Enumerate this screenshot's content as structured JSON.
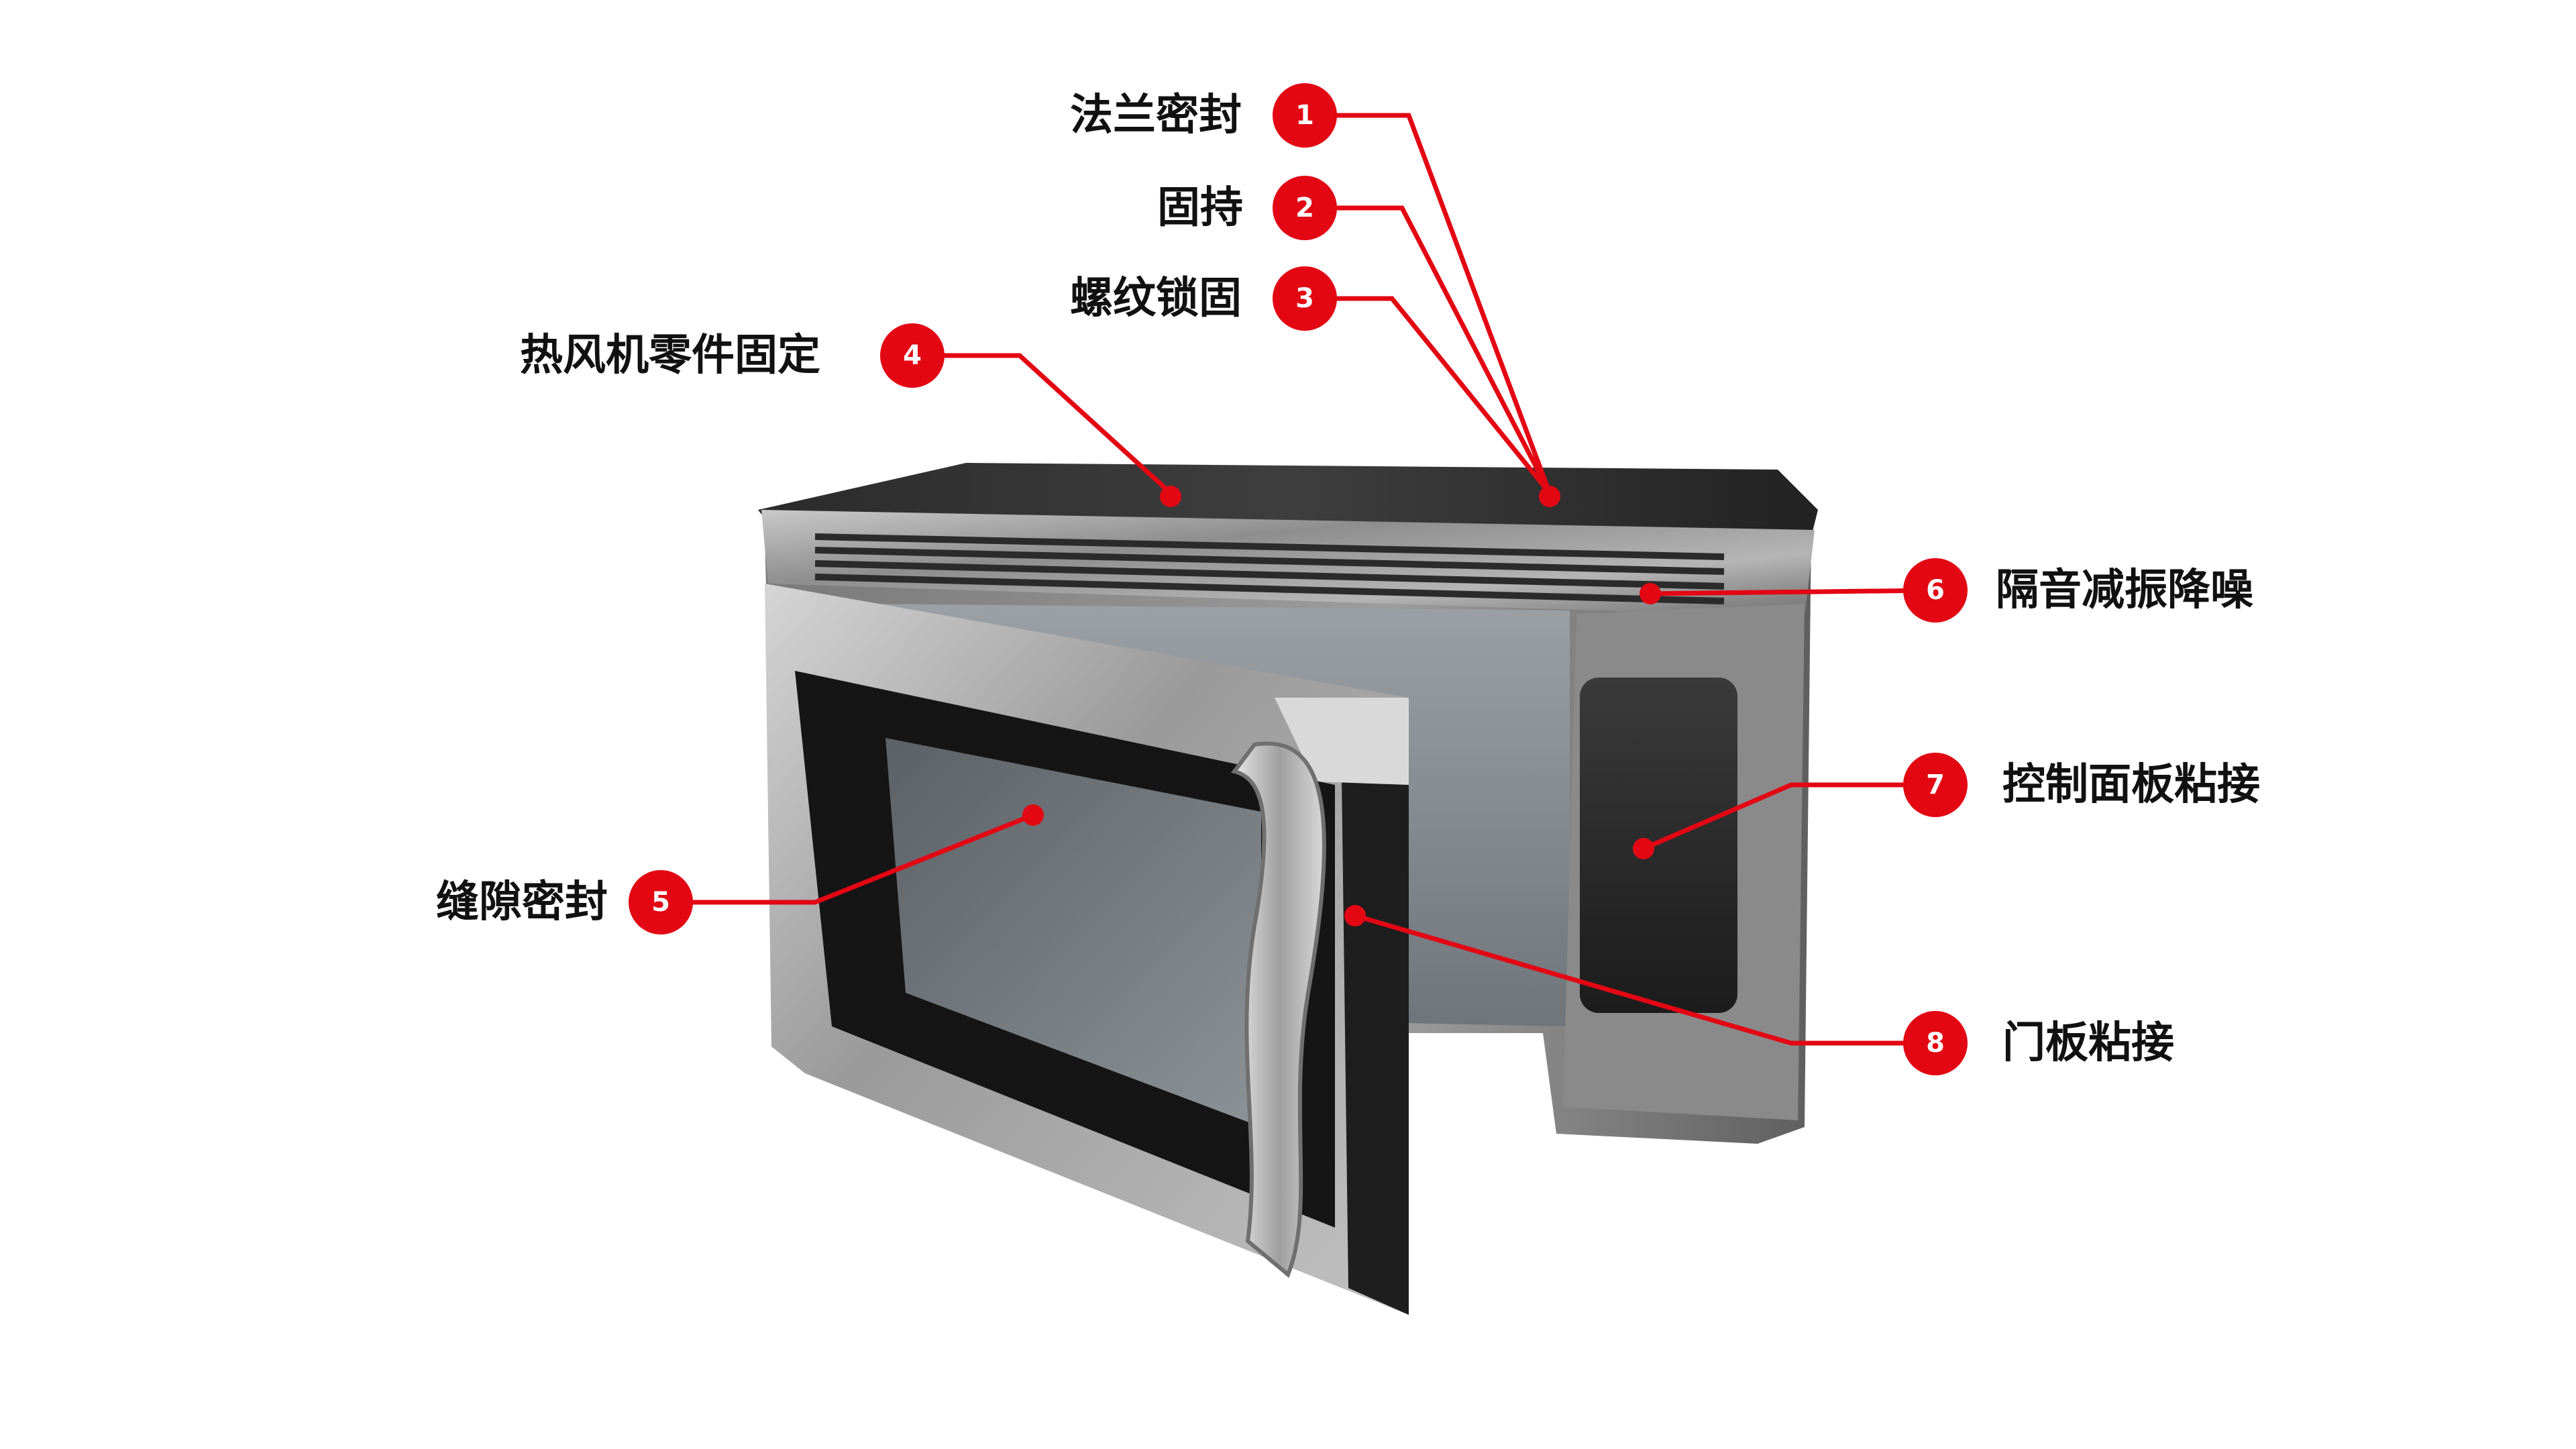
{
  "colors": {
    "accent": "#e30613",
    "text": "#111111",
    "background": "#ffffff"
  },
  "callouts": [
    {
      "number": "1",
      "label": "法兰密封"
    },
    {
      "number": "2",
      "label": "固持"
    },
    {
      "number": "3",
      "label": "螺纹锁固"
    },
    {
      "number": "4",
      "label": "热风机零件固定"
    },
    {
      "number": "5",
      "label": "缝隙密封"
    },
    {
      "number": "6",
      "label": "隔音减振降噪"
    },
    {
      "number": "7",
      "label": "控制面板粘接"
    },
    {
      "number": "8",
      "label": "门板粘接"
    }
  ]
}
